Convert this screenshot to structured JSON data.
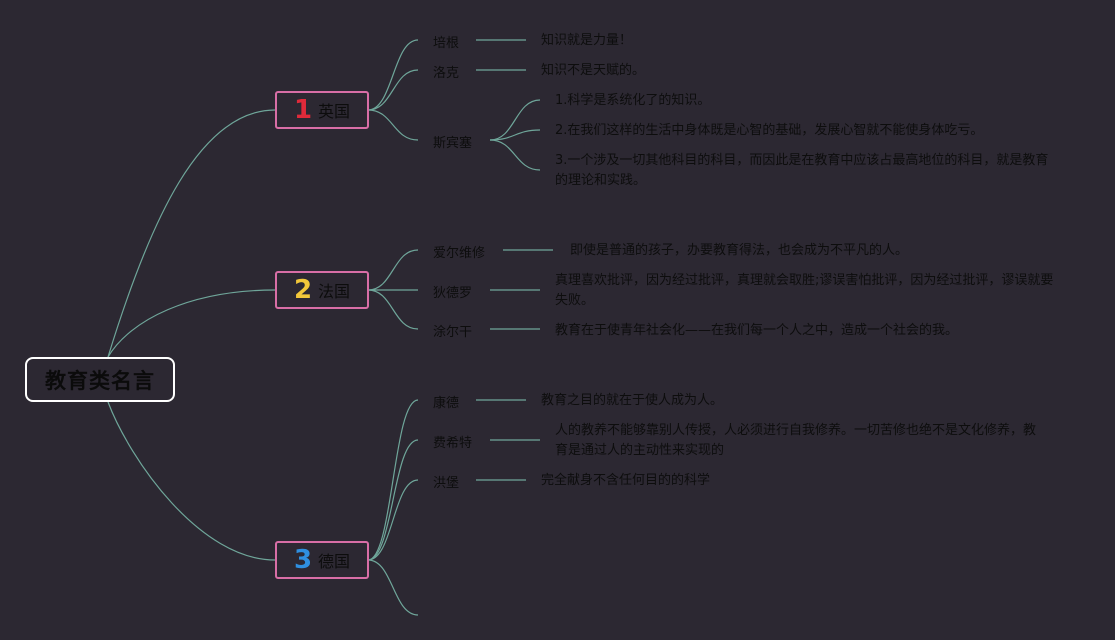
{
  "root": {
    "title": "教育类名言"
  },
  "colors": {
    "background": "#2c2832",
    "link": "#6fa69a",
    "country_border": "#d86ea6",
    "root_border": "#ffffff"
  },
  "countries": [
    {
      "number": "1",
      "number_color": "#e02a3a",
      "name": "英国",
      "people": [
        {
          "name": "培根",
          "quotes": [
            "知识就是力量！"
          ]
        },
        {
          "name": "洛克",
          "quotes": [
            "知识不是天赋的。"
          ]
        },
        {
          "name": "斯宾塞",
          "quotes": [
            "1.科学是系统化了的知识。",
            "2.在我们这样的生活中身体既是心智的基础，发展心智就不能使身体吃亏。",
            "3.一个涉及一切其他科目的科目，而因此是在教育中应该占最高地位的科目，就是教育的理论和实践。"
          ]
        }
      ]
    },
    {
      "number": "2",
      "number_color": "#f2c73a",
      "name": "法国",
      "people": [
        {
          "name": "爱尔维修",
          "quotes": [
            "即使是普通的孩子，办要教育得法，也会成为不平凡的人。"
          ]
        },
        {
          "name": "狄德罗",
          "quotes": [
            "真理喜欢批评，因为经过批评，真理就会取胜;谬误害怕批评，因为经过批评，谬误就要失败。"
          ]
        },
        {
          "name": "涂尔干",
          "quotes": [
            "教育在于使青年社会化——在我们每一个人之中，造成一个社会的我。"
          ]
        }
      ]
    },
    {
      "number": "3",
      "number_color": "#2f8fe0",
      "name": "德国",
      "people": [
        {
          "name": "康德",
          "quotes": [
            "教育之目的就在于使人成为人。"
          ]
        },
        {
          "name": "费希特",
          "quotes": [
            "人的教养不能够靠别人传授，人必须进行自我修养。一切苦修也绝不是文化修养，教育是通过人的主动性来实现的"
          ]
        },
        {
          "name": "洪堡",
          "quotes": [
            "完全献身不含任何目的的科学"
          ]
        }
      ]
    }
  ]
}
